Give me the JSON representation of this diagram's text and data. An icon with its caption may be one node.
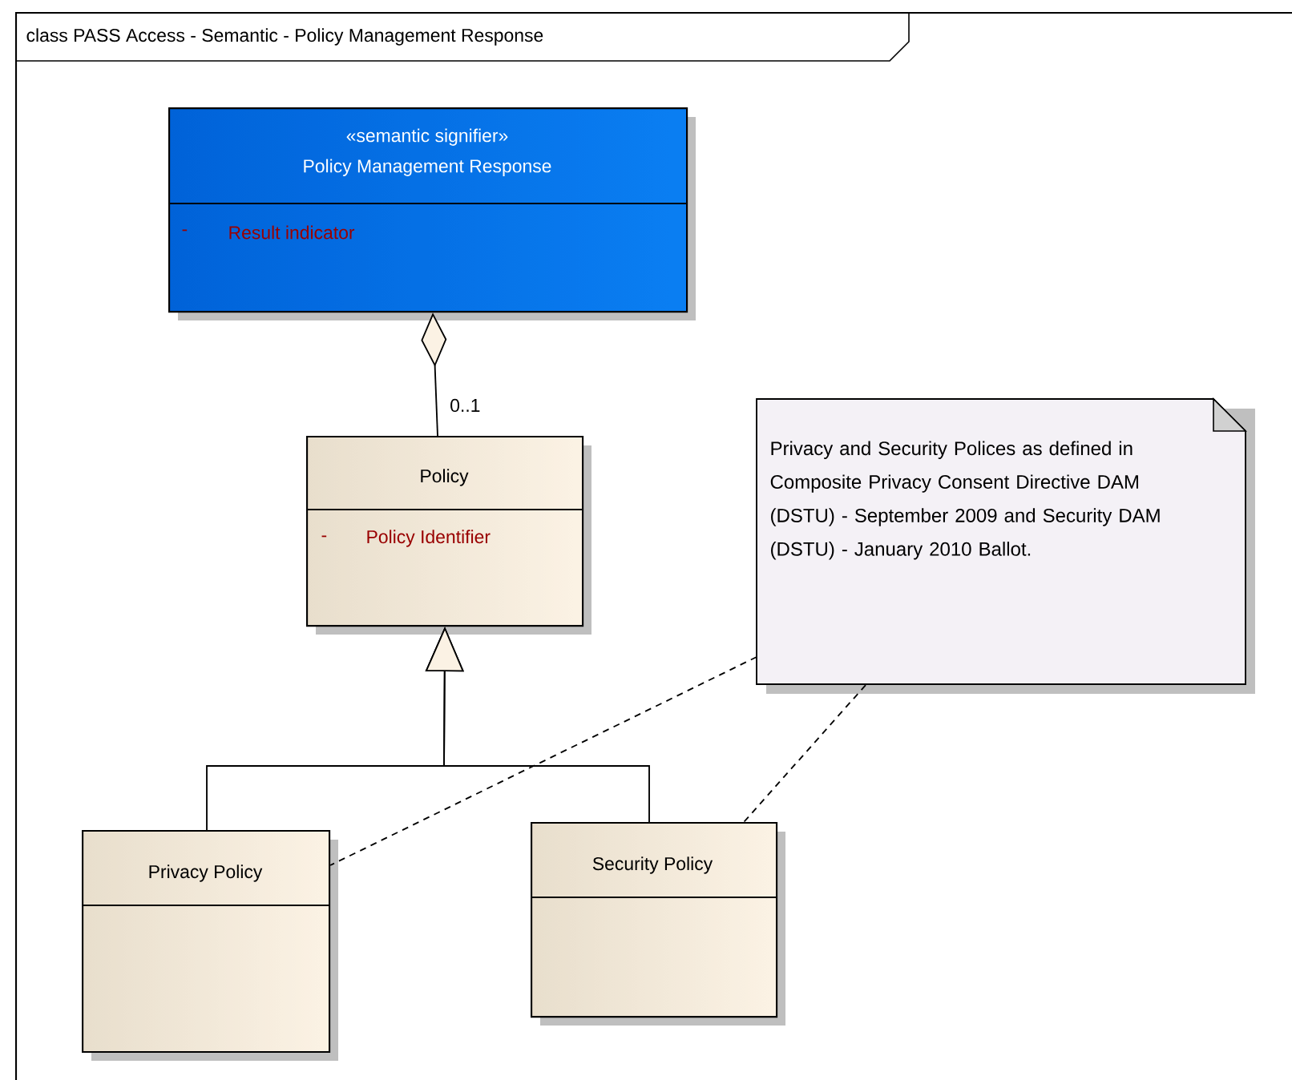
{
  "diagram": {
    "title": "class PASS Access - Semantic - Policy Management Response",
    "nodes": [
      {
        "text": [
          "«semantic signifier»",
          "Policy Management Response",
          "-",
          "Result indicator"
        ]
      },
      {
        "text": [
          "Policy",
          "-",
          "Policy Identifier"
        ]
      },
      {
        "text": [
          "Privacy Policy"
        ]
      },
      {
        "text": [
          "Security Policy"
        ]
      },
      {
        "text": [
          "Privacy and Security Polices as defined in Composite Privacy Consent Directive DAM (DSTU) - September 2009 and Security DAM (DSTU) - January 2010 Ballot."
        ]
      }
    ],
    "edges": [
      {
        "from": 1,
        "to": 0,
        "arrow": "other",
        "label": "0..1"
      },
      {
        "from": 2,
        "to": 1,
        "arrow": "to"
      },
      {
        "from": 3,
        "to": 1,
        "arrow": "to"
      },
      {
        "from": 4,
        "to": 2,
        "arrow": "none",
        "style": "dashed"
      },
      {
        "from": 4,
        "to": 3,
        "arrow": "none",
        "style": "dashed"
      }
    ]
  }
}
